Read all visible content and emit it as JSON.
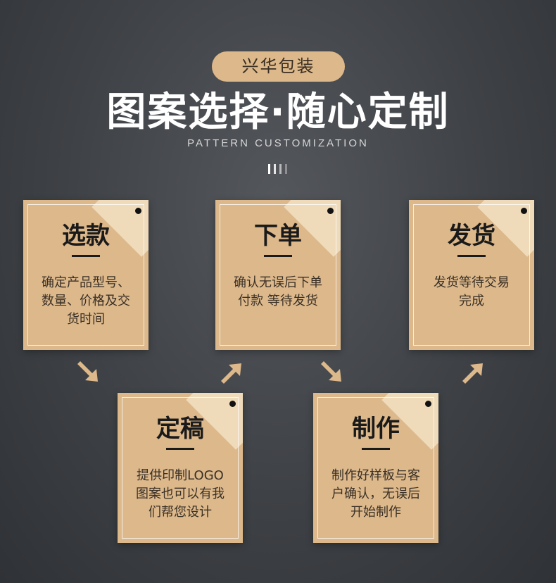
{
  "brand": "兴华包装",
  "title": "图案选择·随心定制",
  "subtitle": "PATTERN CUSTOMIZATION",
  "colors": {
    "card": "#dcb88b",
    "background": "#3e4145",
    "accent": "#dcb88b"
  },
  "steps": [
    {
      "title": "选款",
      "desc": "确定产品型号、\n数量、价格及交\n货时间"
    },
    {
      "title": "定稿",
      "desc": "提供印制LOGO\n图案也可以有我\n们帮您设计"
    },
    {
      "title": "下单",
      "desc": "确认无误后下单\n付款 等待发货"
    },
    {
      "title": "制作",
      "desc": "制作好样板与客\n户确认，无误后\n开始制作"
    },
    {
      "title": "发货",
      "desc": "发货等待交易\n完成"
    }
  ]
}
